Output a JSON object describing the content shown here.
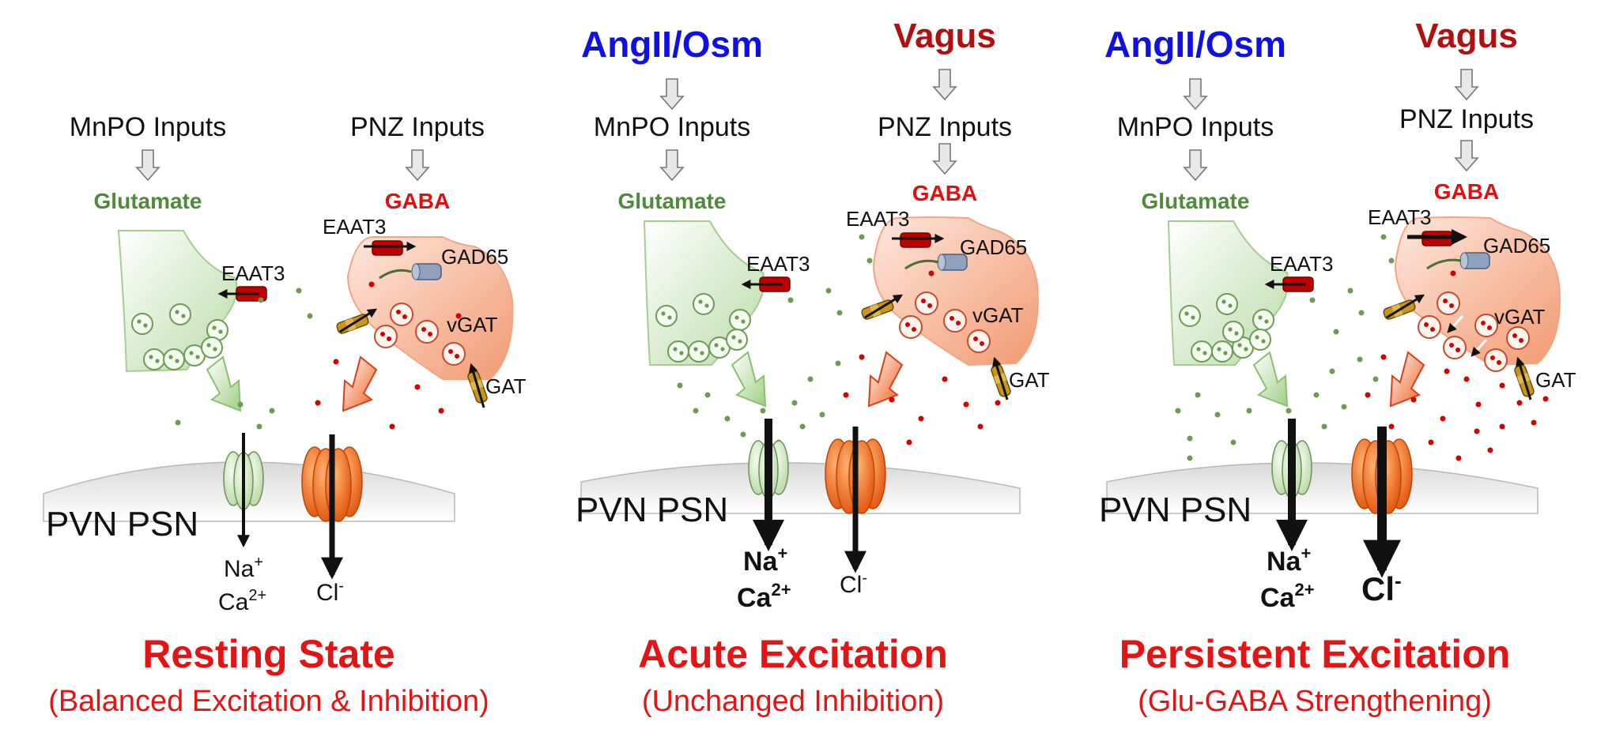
{
  "panels": [
    {
      "title": "Resting State",
      "subtitle": "(Balanced Excitation & Inhibition)",
      "mnpo": "MnPO Inputs",
      "pnz": "PNZ Inputs",
      "glutamate": "Glutamate",
      "gaba": "GABA",
      "eaat3_glu": "EAAT3",
      "eaat3_gaba": "EAAT3",
      "gad65": "GAD65",
      "vgat": "vGAT",
      "gat": "GAT",
      "psn": "PVN PSN",
      "na": "Na",
      "na_sup": "+",
      "ca": "Ca",
      "ca_sup": "2+",
      "cl": "Cl",
      "cl_sup": "-"
    },
    {
      "title": "Acute Excitation",
      "subtitle": "(Unchanged Inhibition)",
      "angii": "AngII/Osm",
      "vagus": "Vagus",
      "mnpo": "MnPO Inputs",
      "pnz": "PNZ Inputs",
      "glutamate": "Glutamate",
      "gaba": "GABA",
      "eaat3_glu": "EAAT3",
      "eaat3_gaba": "EAAT3",
      "gad65": "GAD65",
      "vgat": "vGAT",
      "gat": "GAT",
      "psn": "PVN PSN",
      "na": "Na",
      "na_sup": "+",
      "ca": "Ca",
      "ca_sup": "2+",
      "cl": "Cl",
      "cl_sup": "-"
    },
    {
      "title": "Persistent Excitation",
      "subtitle": "(Glu-GABA Strengthening)",
      "angii": "AngII/Osm",
      "vagus": "Vagus",
      "mnpo": "MnPO Inputs",
      "pnz": "PNZ Inputs",
      "glutamate": "Glutamate",
      "gaba": "GABA",
      "eaat3_glu": "EAAT3",
      "eaat3_gaba": "EAAT3",
      "gad65": "GAD65",
      "vgat": "vGAT",
      "gat": "GAT",
      "psn": "PVN PSN",
      "na": "Na",
      "na_sup": "+",
      "ca": "Ca",
      "ca_sup": "2+",
      "cl": "Cl",
      "cl_sup": "-"
    }
  ],
  "colors": {
    "glutamate_terminal": "#cfe8c0",
    "gaba_terminal": "#f6b898",
    "transporter_red": "#c00000",
    "glu_dot": "#6f9a55",
    "gaba_dot": "#d60000",
    "gaba_channel": "#ef6a1a",
    "glu_channel": "#cfe6bf",
    "membrane": "#e6e6e6",
    "title_red": "#e51414",
    "angii_blue": "#1010e6",
    "vagus_red": "#b01010"
  }
}
